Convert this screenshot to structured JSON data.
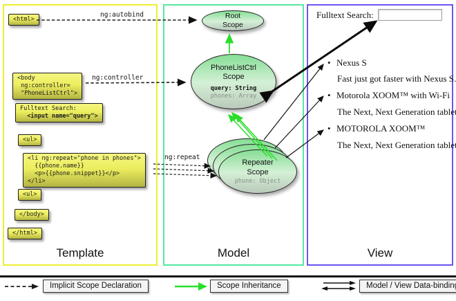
{
  "columns": {
    "template_label": "Template",
    "model_label": "Model",
    "view_label": "View"
  },
  "template": {
    "html_open": "<html>",
    "body_open": "<body\n ng:controller=\n \"PhoneListCtrl\">",
    "fulltext_line1": "Fulltext Search:",
    "fulltext_line2": "  <input name=\"query\">",
    "ul_open": "<ul>",
    "li_repeat": "<li ng:repeat=\"phone in phones\">\n  {{phone.name}}\n  <p>{{phone.snippet}}</p>\n</li>",
    "ul_close": "<ul>",
    "body_close": "</body>",
    "html_close": "</html>",
    "arrow_labels": {
      "autobind": "ng:autobind",
      "controller": "ng:controller",
      "repeat": "ng:repeat"
    }
  },
  "model": {
    "root_scope": {
      "title": "Root\nScope"
    },
    "phonelist_scope": {
      "title": "PhoneListCtrl\nScope",
      "prop_bold": "query: String",
      "prop_gray": "phones: Array"
    },
    "repeater_scope": {
      "title": "Repeater\nScope",
      "prop_gray": "phone: Object"
    }
  },
  "view": {
    "search_label": "Fulltext Search:",
    "search_value": "",
    "bullet_glyph": "•",
    "items": [
      {
        "name": "Nexus S",
        "snippet": "Fast just got faster with Nexus S."
      },
      {
        "name": "Motorola XOOM™ with Wi-Fi",
        "snippet": "The Next, Next Generation tablet."
      },
      {
        "name": "MOTOROLA XOOM™",
        "snippet": "The Next, Next Generation tablet."
      }
    ]
  },
  "legend": {
    "implicit": "Implicit Scope Declaration",
    "inheritance": "Scope Inheritance",
    "databinding": "Model / View Data-binding"
  },
  "colors": {
    "template_border": "#eeee33",
    "model_border": "#55e8a0",
    "view_border": "#6a55f2",
    "code_box_top": "#f6f680",
    "code_box_bottom": "#b4b544",
    "scope_green_top": "#86de95",
    "scope_gray_bottom": "#bac9bb",
    "inheritance_arrow": "#2ade2a",
    "arrow_black": "#111111"
  }
}
